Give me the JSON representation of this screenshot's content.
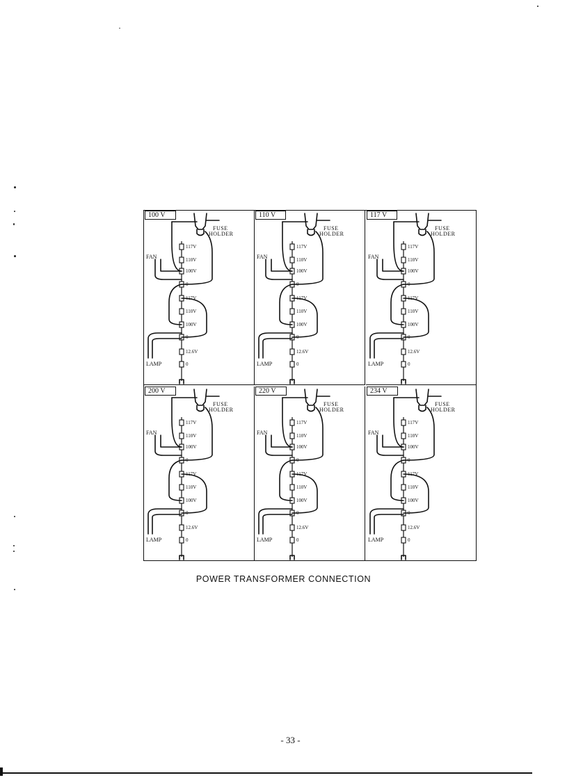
{
  "panels": [
    {
      "voltage": "100 V",
      "fuse_holder": [
        "FUSE",
        "HOLDER"
      ],
      "fan": "FAN",
      "lamp": "LAMP",
      "taps": [
        "117V",
        "110V",
        "100V",
        "0",
        "117V",
        "110V",
        "100V",
        "0",
        "12.6V",
        "0"
      ]
    },
    {
      "voltage": "110 V",
      "fuse_holder": [
        "FUSE",
        "HOLDER"
      ],
      "fan": "FAN",
      "lamp": "LAMP",
      "taps": [
        "117V",
        "110V",
        "100V",
        "0",
        "117V",
        "110V",
        "100V",
        "0",
        "12.6V",
        "0"
      ]
    },
    {
      "voltage": "117 V",
      "fuse_holder": [
        "FUSE",
        "HOLDER"
      ],
      "fan": "FAN",
      "lamp": "LAMP",
      "taps": [
        "117V",
        "110V",
        "100V",
        "0",
        "117V",
        "110V",
        "100V",
        "0",
        "12.6V",
        "0"
      ]
    },
    {
      "voltage": "200 V",
      "fuse_holder": [
        "FUSE",
        "HOLDER"
      ],
      "fan": "FAN",
      "lamp": "LAMP",
      "taps": [
        "117V",
        "110V",
        "100V",
        "0",
        "117V",
        "110V",
        "100V",
        "0",
        "12.6V",
        "0"
      ]
    },
    {
      "voltage": "220 V",
      "fuse_holder": [
        "FUSE",
        "HOLDER"
      ],
      "fan": "FAN",
      "lamp": "LAMP",
      "taps": [
        "117V",
        "110V",
        "100V",
        "0",
        "117V",
        "110V",
        "100V",
        "0",
        "12.6V",
        "0"
      ]
    },
    {
      "voltage": "234 V",
      "fuse_holder": [
        "FUSE",
        "HOLDER"
      ],
      "fan": "FAN",
      "lamp": "LAMP",
      "taps": [
        "117V",
        "110V",
        "100V",
        "0",
        "117V",
        "110V",
        "100V",
        "0",
        "12.6V",
        "0"
      ]
    }
  ],
  "caption": "POWER TRANSFORMER CONNECTION",
  "page_number": "- 33 -"
}
